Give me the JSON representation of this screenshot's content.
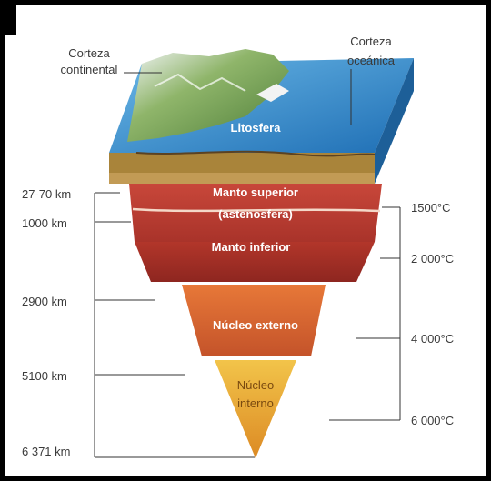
{
  "top_labels": {
    "continental_crust": [
      "Corteza",
      "continental"
    ],
    "oceanic_crust": [
      "Corteza",
      "oceánica"
    ]
  },
  "layers": {
    "lithosphere": "Litosfera",
    "upper_mantle": [
      "Manto superior",
      "(astenosfera)"
    ],
    "lower_mantle": "Manto inferior",
    "outer_core": "Núcleo externo",
    "inner_core": [
      "Núcleo",
      "interno"
    ]
  },
  "depths": [
    "27-70 km",
    "1000 km",
    "2900 km",
    "5100 km",
    "6 371 km"
  ],
  "temperatures": [
    "1500°C",
    "2 000°C",
    "4 000°C",
    "6 000°C"
  ],
  "colors": {
    "ocean": "#3d8fd0",
    "mantle_upper": "#b83a2c",
    "mantle_lower": "#a32a22",
    "outer_core": "#d9632c",
    "inner_core": "#e5a62c",
    "frame": "#000000"
  }
}
